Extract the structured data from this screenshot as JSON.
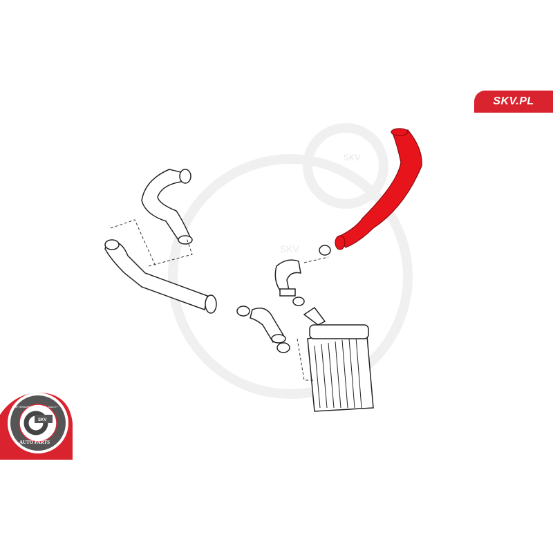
{
  "brand": {
    "label": "SKV.PL",
    "color": "#d9232e"
  },
  "badge": {
    "center": "SKV",
    "top_text": "AFTERMARKET PRICE · OE QUALITY",
    "bottom_text": "AUTO PARTS"
  },
  "watermark": {
    "text": "SKV"
  },
  "diagram": {
    "highlight_part": "intercooler-hose",
    "highlight_color": "#e8141c"
  }
}
